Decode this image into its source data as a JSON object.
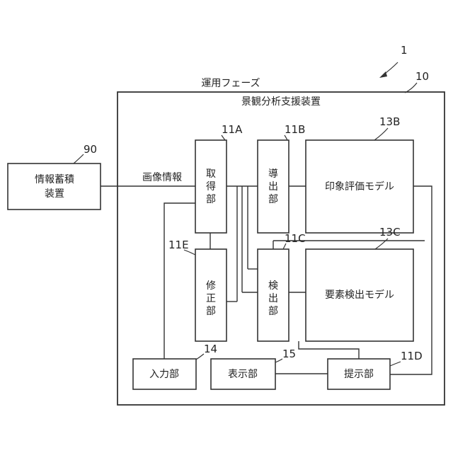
{
  "system_ref": "1",
  "phase_label": "運用フェーズ",
  "apparatus": {
    "ref": "10",
    "label": "景観分析支援装置"
  },
  "storage": {
    "ref": "90",
    "label_line1": "情報蓄積",
    "label_line2": "装置"
  },
  "signal_label": "画像情報",
  "acquisition": {
    "ref": "11A",
    "chars": [
      "取",
      "得",
      "部"
    ]
  },
  "derivation": {
    "ref": "11B",
    "chars": [
      "導",
      "出",
      "部"
    ]
  },
  "detection": {
    "ref": "11C",
    "chars": [
      "検",
      "出",
      "部"
    ]
  },
  "presentation": {
    "ref": "11D",
    "label": "提示部"
  },
  "correction": {
    "ref": "11E",
    "chars": [
      "修",
      "正",
      "部"
    ]
  },
  "impression_model": {
    "ref": "13B",
    "label": "印象評価モデル"
  },
  "element_model": {
    "ref": "13C",
    "label": "要素検出モデル"
  },
  "input": {
    "ref": "14",
    "label": "入力部"
  },
  "display": {
    "ref": "15",
    "label": "表示部"
  }
}
